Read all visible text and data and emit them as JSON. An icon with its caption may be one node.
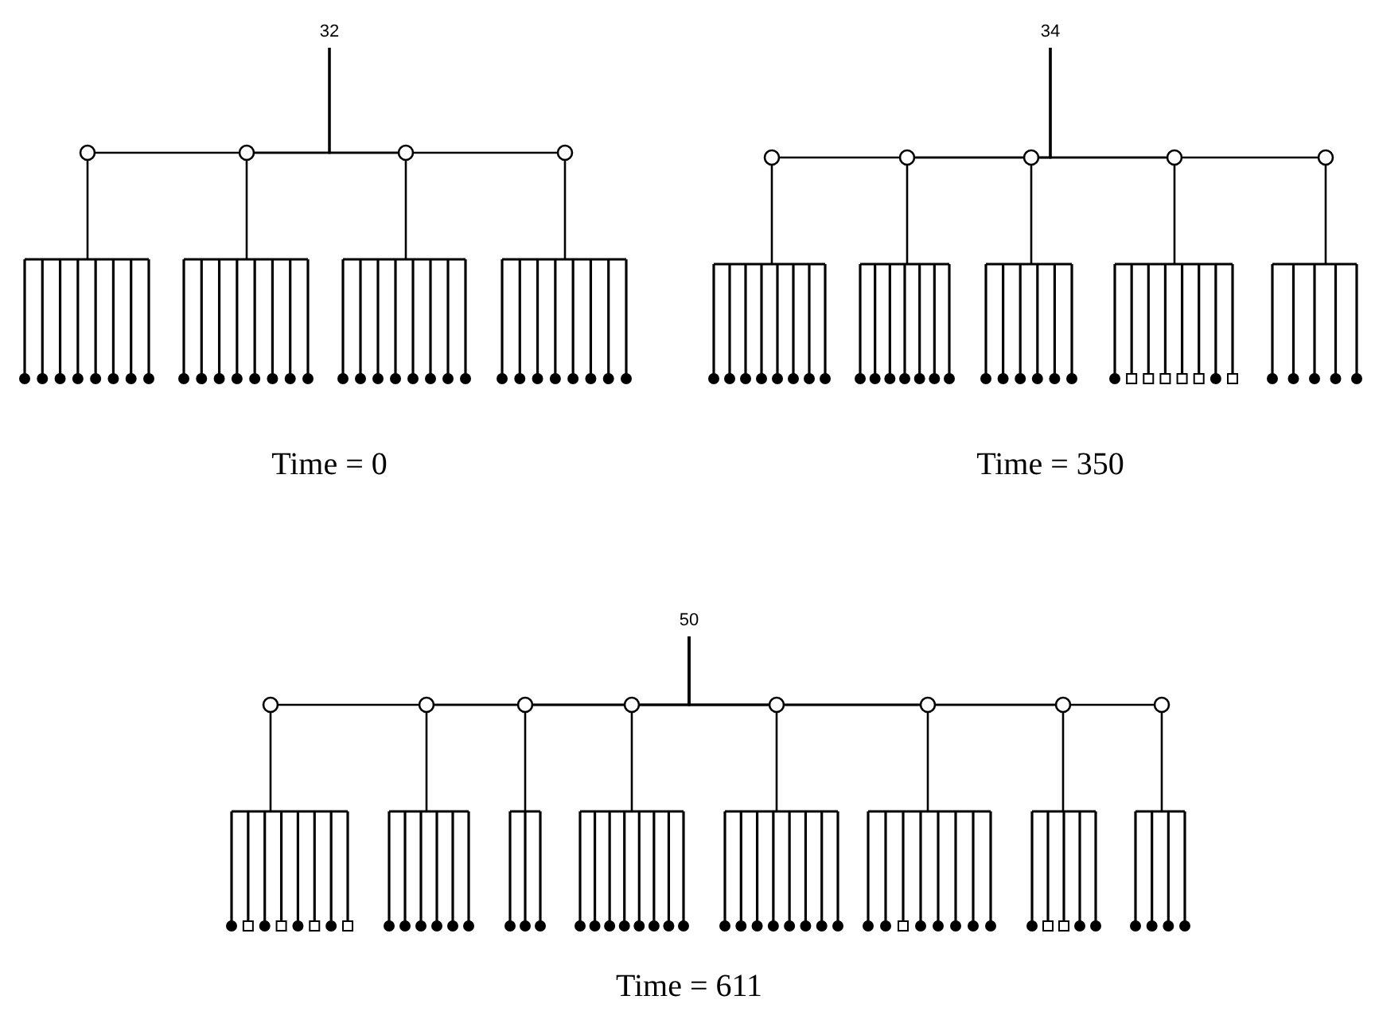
{
  "diagram": {
    "nodes": [
      {
        "text": [
          "32"
        ]
      },
      {
        "text": [],
        "shape": "circle"
      },
      {
        "text": [],
        "shape": "circle"
      },
      {
        "text": [],
        "shape": "circle"
      },
      {
        "text": [],
        "shape": "circle"
      },
      {
        "text": [],
        "shape": "comb"
      },
      {
        "text": [],
        "shape": "comb"
      },
      {
        "text": [],
        "shape": "comb"
      },
      {
        "text": [],
        "shape": "comb"
      },
      {
        "text": [
          "34"
        ]
      },
      {
        "text": [],
        "shape": "circle"
      },
      {
        "text": [],
        "shape": "circle"
      },
      {
        "text": [],
        "shape": "circle"
      },
      {
        "text": [],
        "shape": "circle"
      },
      {
        "text": [],
        "shape": "circle"
      },
      {
        "text": [],
        "shape": "comb"
      },
      {
        "text": [],
        "shape": "comb"
      },
      {
        "text": [],
        "shape": "comb"
      },
      {
        "text": [],
        "shape": "comb"
      },
      {
        "text": [],
        "shape": "comb"
      },
      {
        "text": [
          "50"
        ]
      },
      {
        "text": [],
        "shape": "circle"
      },
      {
        "text": [],
        "shape": "circle"
      },
      {
        "text": [],
        "shape": "circle"
      },
      {
        "text": [],
        "shape": "circle"
      },
      {
        "text": [],
        "shape": "circle"
      },
      {
        "text": [],
        "shape": "circle"
      },
      {
        "text": [],
        "shape": "circle"
      },
      {
        "text": [],
        "shape": "circle"
      },
      {
        "text": [],
        "shape": "comb"
      },
      {
        "text": [],
        "shape": "comb"
      },
      {
        "text": [],
        "shape": "comb"
      },
      {
        "text": [],
        "shape": "comb"
      },
      {
        "text": [],
        "shape": "comb"
      },
      {
        "text": [],
        "shape": "comb"
      },
      {
        "text": [],
        "shape": "comb"
      },
      {
        "text": [],
        "shape": "comb"
      }
    ],
    "edges": [
      {
        "from": 0,
        "to": 1,
        "arrow": "none"
      },
      {
        "from": 0,
        "to": 2,
        "arrow": "none"
      },
      {
        "from": 0,
        "to": 3,
        "arrow": "none"
      },
      {
        "from": 0,
        "to": 4,
        "arrow": "none"
      },
      {
        "from": 1,
        "to": 5,
        "arrow": "none"
      },
      {
        "from": 2,
        "to": 6,
        "arrow": "none"
      },
      {
        "from": 3,
        "to": 7,
        "arrow": "none"
      },
      {
        "from": 4,
        "to": 8,
        "arrow": "none"
      },
      {
        "from": 9,
        "to": 10,
        "arrow": "none"
      },
      {
        "from": 9,
        "to": 11,
        "arrow": "none"
      },
      {
        "from": 9,
        "to": 12,
        "arrow": "none"
      },
      {
        "from": 9,
        "to": 13,
        "arrow": "none"
      },
      {
        "from": 9,
        "to": 14,
        "arrow": "none"
      },
      {
        "from": 10,
        "to": 15,
        "arrow": "none"
      },
      {
        "from": 11,
        "to": 16,
        "arrow": "none"
      },
      {
        "from": 12,
        "to": 17,
        "arrow": "none"
      },
      {
        "from": 13,
        "to": 18,
        "arrow": "none"
      },
      {
        "from": 14,
        "to": 19,
        "arrow": "none"
      },
      {
        "from": 20,
        "to": 21,
        "arrow": "none"
      },
      {
        "from": 20,
        "to": 22,
        "arrow": "none"
      },
      {
        "from": 20,
        "to": 23,
        "arrow": "none"
      },
      {
        "from": 20,
        "to": 24,
        "arrow": "none"
      },
      {
        "from": 20,
        "to": 25,
        "arrow": "none"
      },
      {
        "from": 20,
        "to": 26,
        "arrow": "none"
      },
      {
        "from": 20,
        "to": 27,
        "arrow": "none"
      },
      {
        "from": 20,
        "to": 28,
        "arrow": "none"
      },
      {
        "from": 21,
        "to": 29,
        "arrow": "none"
      },
      {
        "from": 22,
        "to": 30,
        "arrow": "none"
      },
      {
        "from": 23,
        "to": 31,
        "arrow": "none"
      },
      {
        "from": 24,
        "to": 32,
        "arrow": "none"
      },
      {
        "from": 25,
        "to": 33,
        "arrow": "none"
      },
      {
        "from": 26,
        "to": 34,
        "arrow": "none"
      },
      {
        "from": 27,
        "to": 35,
        "arrow": "none"
      },
      {
        "from": 28,
        "to": 36,
        "arrow": "none"
      }
    ],
    "labels": [
      "Time = 0",
      "Time = 350",
      "Time = 611"
    ]
  }
}
